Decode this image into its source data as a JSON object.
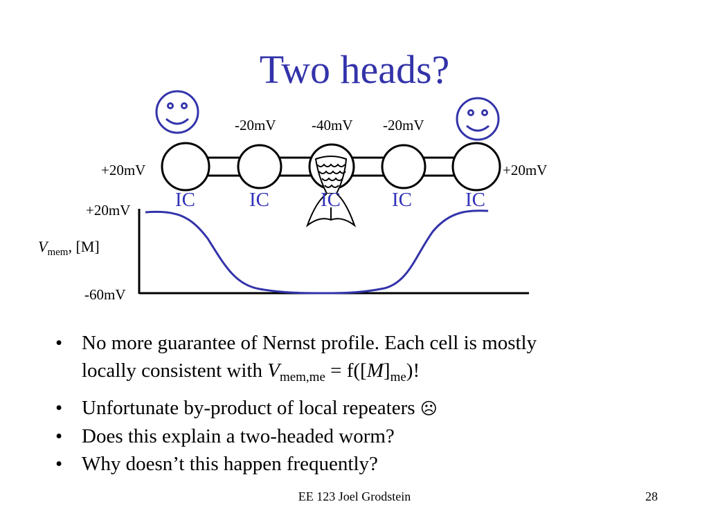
{
  "slide": {
    "title": "Two heads?",
    "colors": {
      "title": "#3333aa",
      "ic_label": "#3333bb",
      "curve": "#3333aa"
    }
  },
  "diagram": {
    "top_voltages": [
      "-20mV",
      "-40mV",
      "-20mV"
    ],
    "left_voltage": "+20mV",
    "right_voltage": "+20mV",
    "cell_labels": [
      "IC",
      "IC",
      "IC",
      "IC",
      "IC"
    ],
    "head_icons": [
      "smiley-icon",
      "smiley-icon"
    ],
    "middle_icon": "mermaid-tail-icon"
  },
  "graph": {
    "y_top_label": "+20mV",
    "y_bottom_label": "-60mV",
    "y_axis_label": {
      "v": "V",
      "sub": "mem",
      "rest": ", [M]"
    }
  },
  "bullets": [
    {
      "line1": "No more guarantee of Nernst profile. Each cell is mostly",
      "line2_a": "locally consistent with ",
      "v": "V",
      "sub1": "mem,me",
      "eq": " = f([",
      "m": "M",
      "close": "]",
      "sub2": "me",
      "end": ")!"
    },
    {
      "text": "Unfortunate by-product of local repeaters ",
      "icon": "☹"
    },
    {
      "text": "Does this explain a two-headed worm?"
    },
    {
      "text": "Why doesn’t this happen frequently?"
    }
  ],
  "footer": {
    "text": "EE 123 Joel Grodstein",
    "page": "28"
  }
}
